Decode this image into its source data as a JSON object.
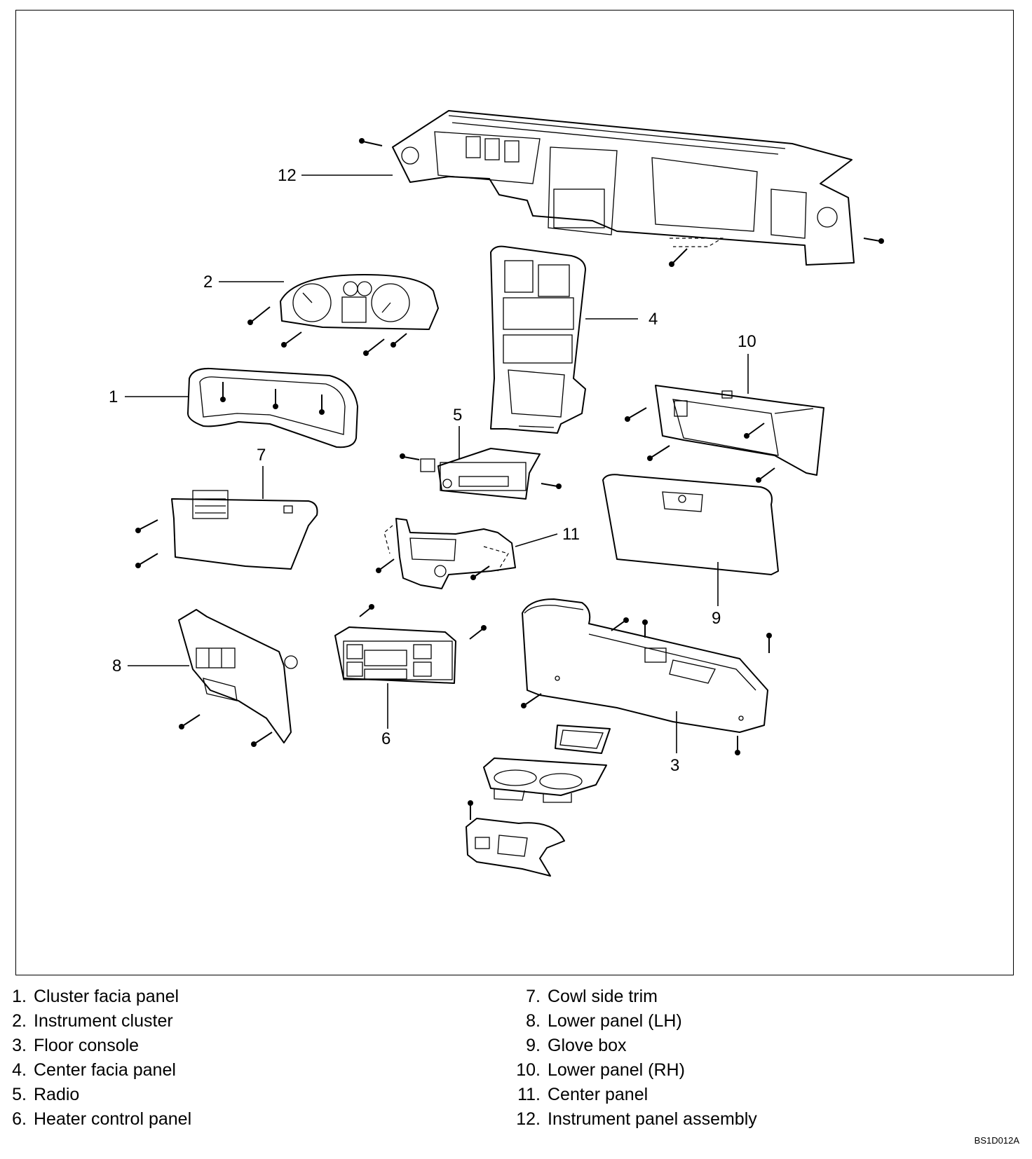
{
  "callouts": [
    "1",
    "2",
    "3",
    "4",
    "5",
    "6",
    "7",
    "8",
    "9",
    "10",
    "11",
    "12"
  ],
  "legend": {
    "left": [
      {
        "num": "1.",
        "label": "Cluster facia panel"
      },
      {
        "num": "2.",
        "label": "Instrument cluster"
      },
      {
        "num": "3.",
        "label": "Floor console"
      },
      {
        "num": "4.",
        "label": "Center facia panel"
      },
      {
        "num": "5.",
        "label": "Radio"
      },
      {
        "num": "6.",
        "label": "Heater control panel"
      }
    ],
    "right": [
      {
        "num": "7.",
        "label": "Cowl side trim"
      },
      {
        "num": "8.",
        "label": "Lower panel (LH)"
      },
      {
        "num": "9.",
        "label": "Glove box"
      },
      {
        "num": "10.",
        "label": "Lower panel (RH)"
      },
      {
        "num": "11.",
        "label": "Center panel"
      },
      {
        "num": "12.",
        "label": "Instrument panel assembly"
      }
    ]
  },
  "figure_code": "BS1D012A"
}
